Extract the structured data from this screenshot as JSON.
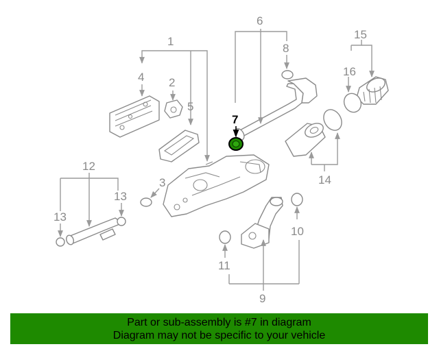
{
  "diagram": {
    "callouts": {
      "n1": "1",
      "n2": "2",
      "n3": "3",
      "n4": "4",
      "n5": "5",
      "n6": "6",
      "n7": "7",
      "n8": "8",
      "n9": "9",
      "n10": "10",
      "n11": "11",
      "n12": "12",
      "n13a": "13",
      "n13b": "13",
      "n14": "14",
      "n15": "15",
      "n16": "16"
    },
    "highlight_color": "#1e8a00",
    "highlighted_part": "7"
  },
  "footer": {
    "line1": "Part or sub-assembly is #7 in diagram",
    "line2": "Diagram may not be specific to your vehicle",
    "background": "#1e8a00"
  }
}
